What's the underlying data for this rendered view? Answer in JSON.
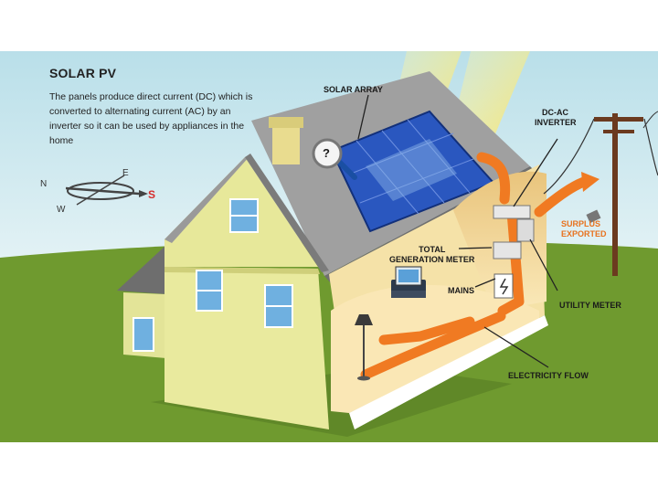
{
  "title": "SOLAR PV",
  "description": "The panels produce direct current (DC) which is converted to alternating current (AC) by an inverter so it can be used by appliances in the home",
  "compass": {
    "n": "N",
    "e": "E",
    "s": "S",
    "w": "W"
  },
  "labels": {
    "solar_array": "SOLAR ARRAY",
    "inverter_line1": "DC-AC",
    "inverter_line2": "INVERTER",
    "surplus_line1": "SURPLUS",
    "surplus_line2": "EXPORTED",
    "total_meter_line1": "TOTAL",
    "total_meter_line2": "GENERATION METER",
    "mains": "MAINS",
    "utility_meter": "UTILITY METER",
    "electricity_flow": "ELECTRICITY FLOW"
  },
  "help_icon_text": "?",
  "colors": {
    "sky": "#cfe9f0",
    "grass": "#6f9a2f",
    "wall": "#e9eaa0",
    "roof": "#9a9a9a",
    "panel": "#2f62c8",
    "flow": "#f07a22",
    "interior": "#f6dd9e"
  }
}
